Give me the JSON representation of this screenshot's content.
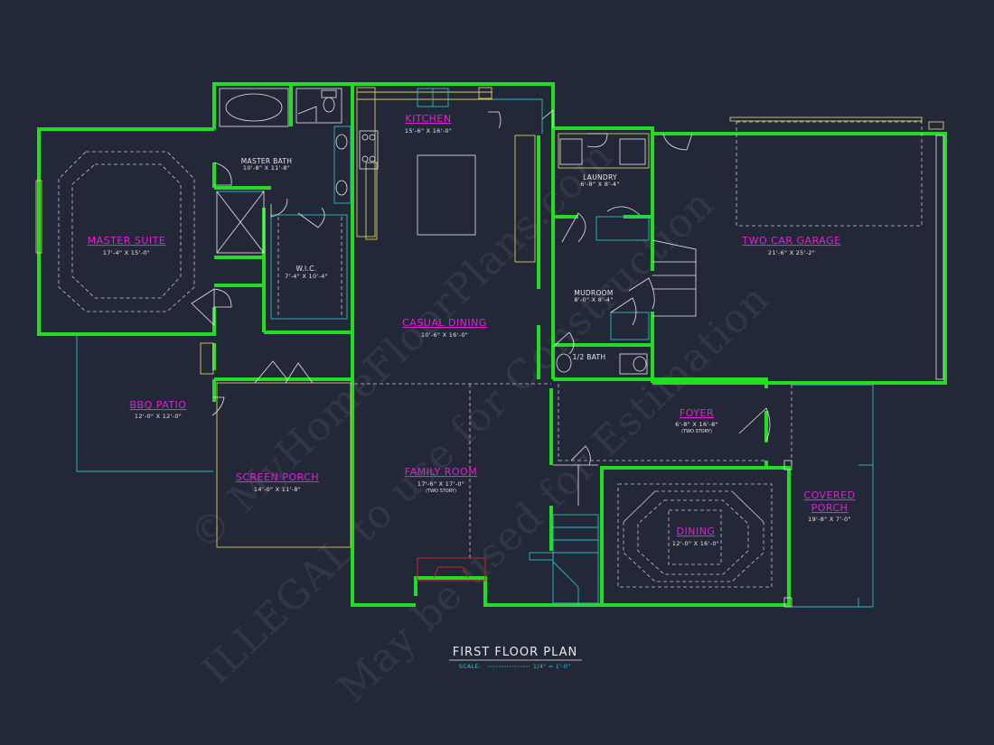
{
  "watermark": {
    "line1": "© MyHomeFloorPlans.com",
    "line2": "ILLEGAL to use for Construction",
    "line3": "May be used for Estimation"
  },
  "rooms": {
    "master_suite": {
      "name": "MASTER SUITE",
      "dims": "17'-4\" X 15'-0\""
    },
    "master_bath": {
      "name": "MASTER BATH",
      "dims": "10'-8\" X 11'-8\""
    },
    "wic": {
      "name": "W.I.C.",
      "dims": "7'-4\" X 10'-4\""
    },
    "kitchen": {
      "name": "KITCHEN",
      "dims": "15'-6\" X 16'-0\""
    },
    "laundry": {
      "name": "LAUNDRY",
      "dims": "6'-8\" X 8'-4\""
    },
    "garage": {
      "name": "TWO CAR GARAGE",
      "dims": "21'-6\" X 25'-2\""
    },
    "mudroom": {
      "name": "MUDROOM",
      "dims": "8'-0\" X 8'-4\""
    },
    "half_bath": {
      "name": "1/2 BATH"
    },
    "casual_dining": {
      "name": "CASUAL DINING",
      "dims": "10'-6\" X 16'-0\""
    },
    "bbq_patio": {
      "name": "BBQ PATIO",
      "dims": "12'-0\" X 12'-0\""
    },
    "foyer": {
      "name": "FOYER",
      "dims": "6'-8\" X 16'-8\"",
      "note": "(TWO STORY)"
    },
    "screen_porch": {
      "name": "SCREEN PORCH",
      "dims": "14'-0\" X 11'-8\""
    },
    "family_room": {
      "name": "FAMILY ROOM",
      "dims": "17'-6\" X 17'-0\"",
      "note": "(TWO STORY)"
    },
    "covered_porch": {
      "name_line1": "COVERED",
      "name_line2": "PORCH",
      "dims": "19'-8\" X 7'-0\""
    },
    "dining": {
      "name": "DINING",
      "dims": "12'-0\" X 16'-0\""
    }
  },
  "footer": {
    "title": "FIRST FLOOR PLAN",
    "scale_label": "SCALE:",
    "scale_value": "1/4\" = 1'-0\""
  },
  "colors": {
    "background": "#232838",
    "walls": "#22dd22",
    "room_labels": "#e020d8",
    "scale_text": "#30c8d8"
  }
}
